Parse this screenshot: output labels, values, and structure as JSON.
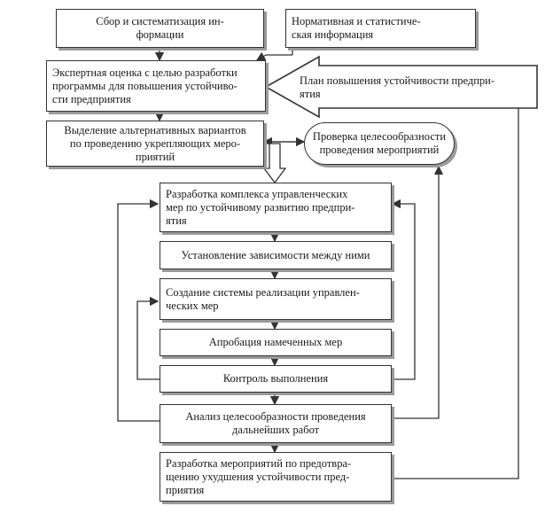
{
  "blocks": {
    "collect": "Сбор и систематизация ин-\nформации",
    "normative": "Нормативная и статистиче-\nская информация",
    "expert": "Экспертная оценка с целью разработки\nпрограммы для повышения устойчиво-\nсти  предприятия",
    "plan": "План повышения устойчивости предпри-\nятия",
    "alternatives": "Выделение альтернативных вариантов\nпо проведению укрепляющих меро-\nприятий",
    "check": "Проверка целесообразности\nпроведения мероприятий",
    "develop_complex": "Разработка комплекса управленческих\nмер по устойчивому развитию предпри-\nятия",
    "dependencies": "Установление зависимости между ними",
    "system": "Создание системы реализации управлен-\nческих мер",
    "approbation": "Апробация намеченных мер",
    "control": "Контроль выполнения",
    "analysis": "Анализ целесообразности проведения\nдальнейших работ",
    "prevention": "Разработка мероприятий по предотвра-\nщению ухудшения устойчивости пред-\nприятия"
  }
}
